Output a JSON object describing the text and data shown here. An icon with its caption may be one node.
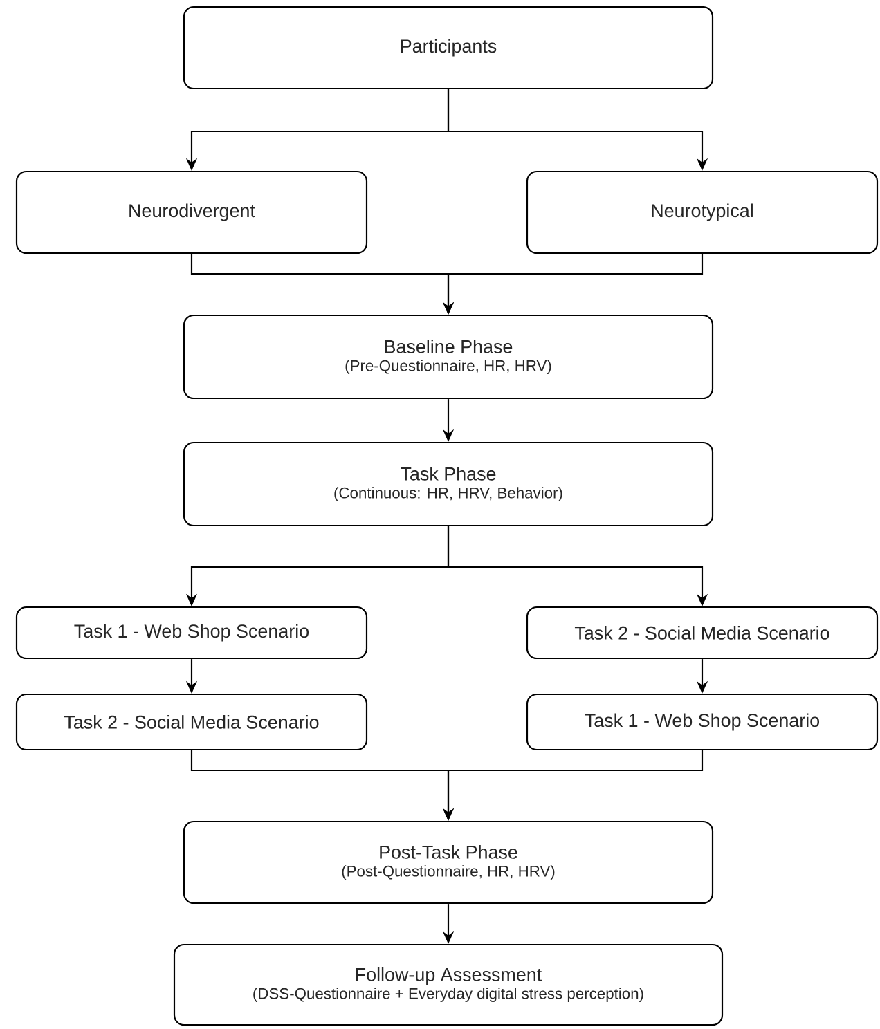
{
  "diagram": {
    "nodes": [
      {
        "text": [
          "Participants"
        ]
      },
      {
        "text": [
          "Neurodivergent"
        ]
      },
      {
        "text": [
          "Neurotypical"
        ]
      },
      {
        "text": [
          "Baseline Phase",
          "(Pre-Questionnaire, HR, HRV)"
        ]
      },
      {
        "text": [
          "Task Phase",
          "(Continuous: HR, HRV, Behavior)"
        ]
      },
      {
        "text": [
          "Task 1 - Web Shop Scenario"
        ]
      },
      {
        "text": [
          "Task 2 - Social Media Scenario"
        ]
      },
      {
        "text": [
          "Task 2 - Social Media Scenario"
        ]
      },
      {
        "text": [
          "Task 1 - Web Shop Scenario"
        ]
      },
      {
        "text": [
          "Post-Task Phase",
          "(Post-Questionnaire, HR, HRV)"
        ]
      },
      {
        "text": [
          "Follow-up Assessment",
          "(DSS-Questionnaire + Everyday digital stress perception)"
        ]
      }
    ],
    "edges": [
      {
        "from": 0,
        "to": 1,
        "arrow": "to"
      },
      {
        "from": 0,
        "to": 2,
        "arrow": "to"
      },
      {
        "from": 1,
        "to": 3,
        "arrow": "to"
      },
      {
        "from": 2,
        "to": 3,
        "arrow": "to"
      },
      {
        "from": 3,
        "to": 4,
        "arrow": "to"
      },
      {
        "from": 4,
        "to": 5,
        "arrow": "to"
      },
      {
        "from": 4,
        "to": 7,
        "arrow": "to"
      },
      {
        "from": 5,
        "to": 6,
        "arrow": "to"
      },
      {
        "from": 7,
        "to": 8,
        "arrow": "to"
      },
      {
        "from": 6,
        "to": 9,
        "arrow": "to"
      },
      {
        "from": 8,
        "to": 9,
        "arrow": "to"
      },
      {
        "from": 9,
        "to": 10,
        "arrow": "to"
      }
    ]
  }
}
